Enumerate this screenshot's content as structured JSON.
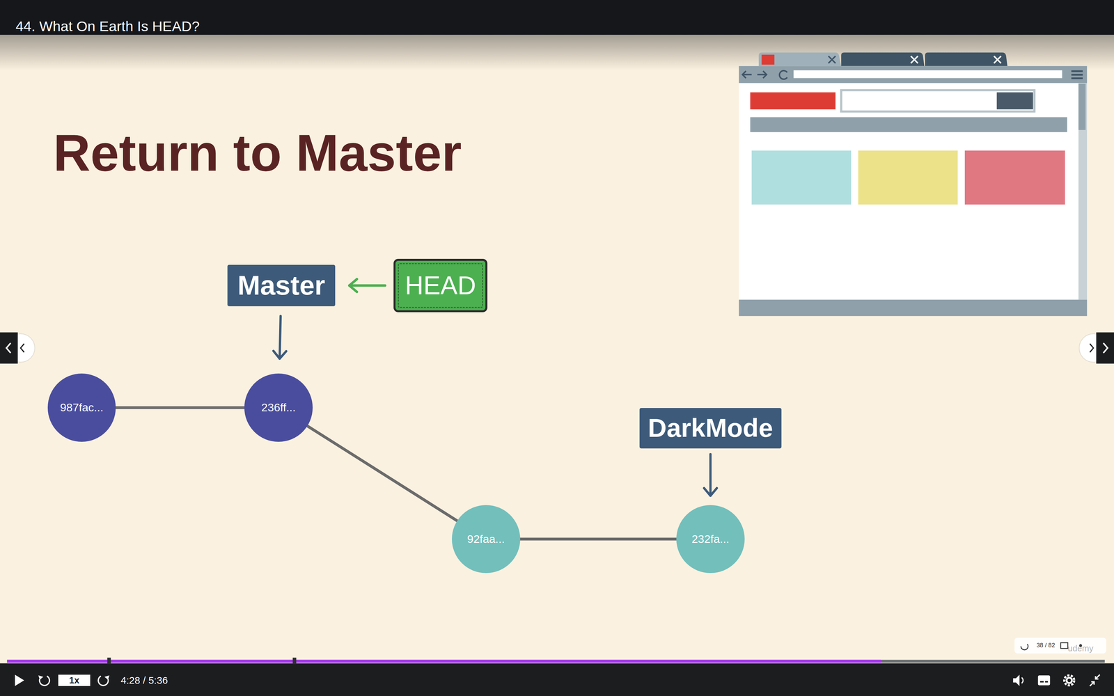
{
  "diagram": {
    "title": "Return to Master",
    "nodes": [
      {
        "text": [
          "Master"
        ]
      },
      {
        "text": [
          "HEAD"
        ]
      },
      {
        "text": [
          "987fac..."
        ]
      },
      {
        "text": [
          "236ff..."
        ]
      },
      {
        "text": [
          "DarkMode"
        ]
      },
      {
        "text": [
          "92faa..."
        ]
      },
      {
        "text": [
          "232fa..."
        ]
      }
    ],
    "edges": [
      {
        "from": 1,
        "to": 0,
        "arrow": "to"
      },
      {
        "from": 0,
        "to": 3,
        "arrow": "to"
      },
      {
        "from": 4,
        "to": 6,
        "arrow": "to"
      },
      {
        "from": 2,
        "to": 3,
        "arrow": "none"
      },
      {
        "from": 3,
        "to": 5,
        "arrow": "none"
      },
      {
        "from": 5,
        "to": 6,
        "arrow": "none"
      }
    ],
    "labels": [
      "44. What On Earth Is HEAD?",
      "1x",
      "4:28 / 5:36",
      "38 / 82",
      "udemy"
    ]
  }
}
